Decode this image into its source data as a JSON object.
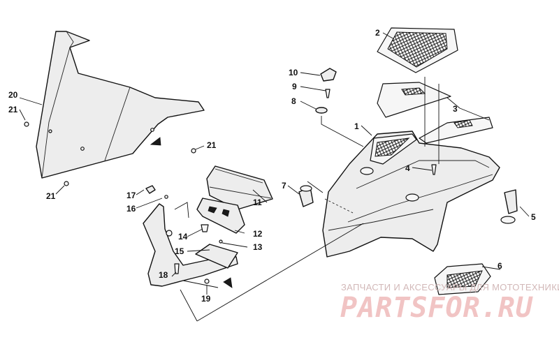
{
  "callouts": {
    "n1": "1",
    "n2": "2",
    "n3": "3",
    "n4": "4",
    "n5": "5",
    "n6": "6",
    "n7": "7",
    "n8": "8",
    "n9": "9",
    "n10": "10",
    "n11": "11",
    "n12": "12",
    "n13": "13",
    "n14": "14",
    "n15": "15",
    "n16": "16",
    "n17": "17",
    "n18": "18",
    "n19": "19",
    "n20": "20",
    "n21a": "21",
    "n21b": "21",
    "n21c": "21"
  },
  "watermark": {
    "caption": "ЗАПЧАСТИ И АКСЕССУАРЫ ДЛЯ МОТОТЕХНИКИ",
    "logo": "PARTSFOR.RU"
  },
  "colors": {
    "line": "#111111",
    "fill": "#ededed",
    "watermark": "#f1c4c4"
  }
}
